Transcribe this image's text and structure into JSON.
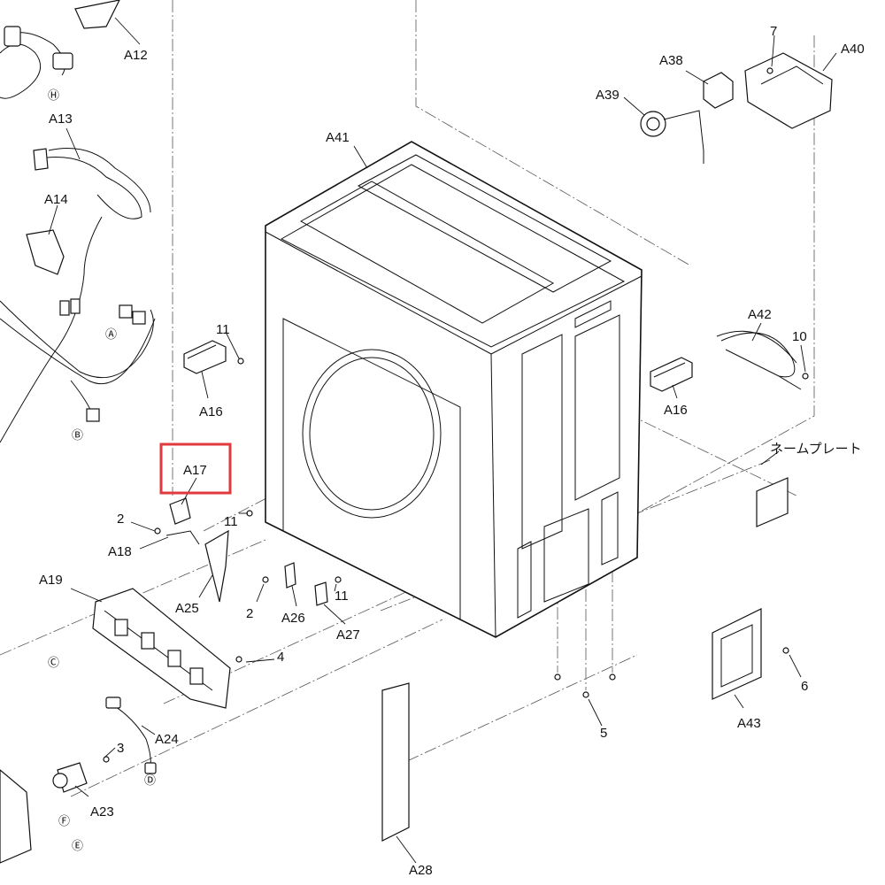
{
  "labels": {
    "a12": "A12",
    "a13": "A13",
    "a14": "A14",
    "a16_left": "A16",
    "a16_right": "A16",
    "a17": "A17",
    "a18": "A18",
    "a19": "A19",
    "a23": "A23",
    "a24": "A24",
    "a25": "A25",
    "a26": "A26",
    "a27": "A27",
    "a28": "A28",
    "a38": "A38",
    "a39": "A39",
    "a40": "A40",
    "a41": "A41",
    "a42": "A42",
    "a43": "A43",
    "n2_upper": "2",
    "n2_lower": "2",
    "n3": "3",
    "n4": "4",
    "n5": "5",
    "n6": "6",
    "n7": "7",
    "n10": "10",
    "n11_upper": "11",
    "n11_mid": "11",
    "n11_lower": "11",
    "name_plate": "ネームプレート"
  },
  "connector_marks": {
    "h": "Ⓗ",
    "a": "Ⓐ",
    "b": "Ⓑ",
    "c": "Ⓒ",
    "d": "Ⓓ",
    "e": "Ⓔ",
    "f": "Ⓕ"
  },
  "highlight": {
    "color": "#e0393e",
    "target": "A17"
  }
}
